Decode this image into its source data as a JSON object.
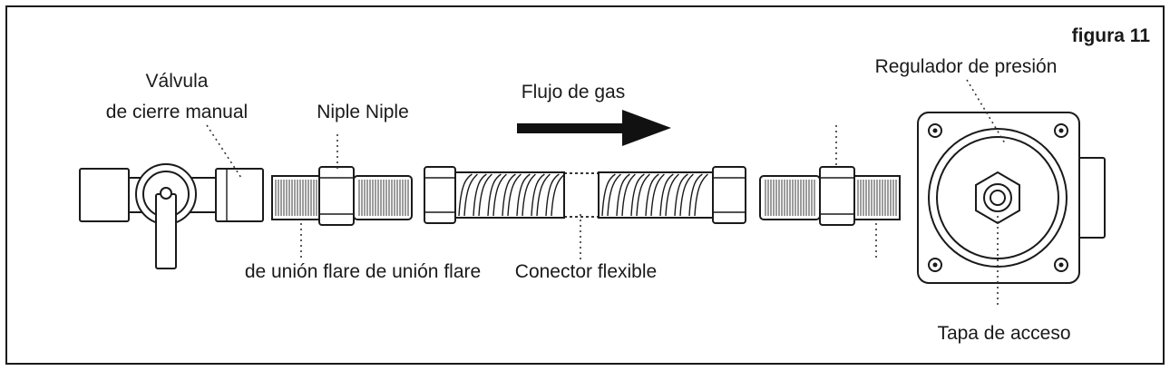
{
  "figure_label": "figura 11",
  "labels": {
    "valve_line1": "Válvula",
    "valve_line2": "de cierre manual",
    "niple_top": "Niple Niple",
    "flow": "Flujo de gas",
    "regulator": "Regulador de presión",
    "union_bottom": "de unión flare de unión flare",
    "connector": "Conector flexible",
    "access_cap": "Tapa de acceso"
  }
}
